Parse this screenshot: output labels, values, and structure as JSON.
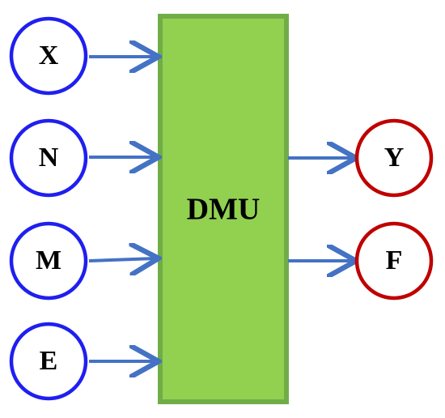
{
  "diagram": {
    "process": {
      "label": "DMU",
      "fill_color": "#92D050",
      "border_color": "#70AD47"
    },
    "inputs": [
      {
        "label": "X"
      },
      {
        "label": "N"
      },
      {
        "label": "M"
      },
      {
        "label": "E"
      }
    ],
    "outputs": [
      {
        "label": "Y"
      },
      {
        "label": "F"
      }
    ],
    "colors": {
      "input_circle": "#1F1FF0",
      "output_circle": "#C00000",
      "arrow": "#4472C4"
    }
  }
}
